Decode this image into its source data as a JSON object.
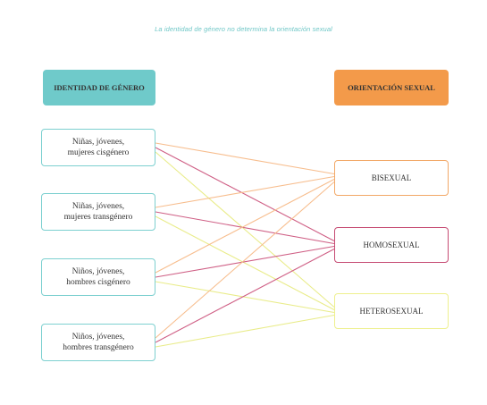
{
  "caption": "La identidad de género no determina la orientación sexual",
  "headers": {
    "left": "IDENTIDAD DE GÉNERO",
    "right": "ORIENTACIÓN SEXUAL"
  },
  "left_nodes": [
    {
      "line1": "Niñas, jóvenes,",
      "line2": "mujeres cisgénero"
    },
    {
      "line1": "Niñas, jóvenes,",
      "line2": "mujeres transgénero"
    },
    {
      "line1": "Niños, jóvenes,",
      "line2": "hombres cisgénero"
    },
    {
      "line1": "Niños, jóvenes,",
      "line2": "hombres transgénero"
    }
  ],
  "right_nodes": [
    {
      "label": "BISEXUAL",
      "color": "#f2a867"
    },
    {
      "label": "HOMOSEXUAL",
      "color": "#c64b73"
    },
    {
      "label": "HETEROSEXUAL",
      "color": "#eef08e"
    }
  ],
  "colors": {
    "accent_teal": "#6fcaca",
    "accent_orange": "#f39a4a"
  }
}
